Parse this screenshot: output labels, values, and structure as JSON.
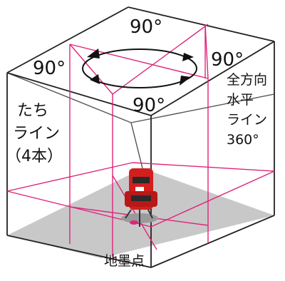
{
  "labels": {
    "angle_top": "90°",
    "angle_left": "90°",
    "angle_right": "90°",
    "angle_bottom": "90°",
    "vertical_lines": [
      "たち",
      "ライン",
      "（4本）"
    ],
    "horizontal_line": [
      "全方向",
      "水平",
      "ライン",
      "360°"
    ],
    "ground_point": "地墨点"
  },
  "colors": {
    "laser": "#e0247a",
    "floor": "#c8c8c8",
    "box_line": "#222222",
    "device_red": "#d41e1e"
  },
  "icons": [
    "laser-level-device-icon",
    "rotation-arrow-icon"
  ]
}
